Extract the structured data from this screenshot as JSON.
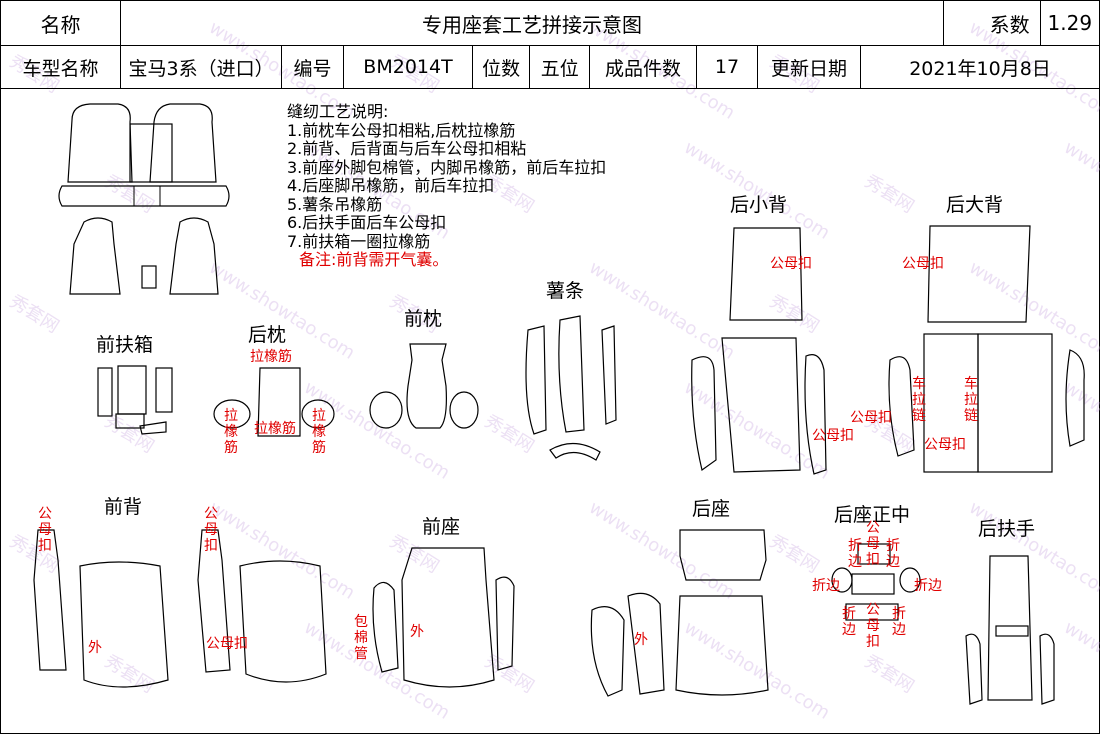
{
  "header": {
    "name_label": "名称",
    "title": "专用座套工艺拼接示意图",
    "coef_label": "系数",
    "coef_value": "1.29",
    "model_label": "车型名称",
    "model_value": "宝马3系（进口）",
    "code_label": "编号",
    "code_value": "BM2014T",
    "seats_label": "位数",
    "seats_value": "五位",
    "pieces_label": "成品件数",
    "pieces_value": "17",
    "date_label": "更新日期",
    "date_value": "2021年10月8日"
  },
  "notes": {
    "heading": "缝纫工艺说明:",
    "items": [
      "1.前枕车公母扣相粘,后枕拉橡筋",
      "2.前背、后背面与后车公母扣相粘",
      "3.前座外脚包棉管，内脚吊橡筋，前后车拉扣",
      "4.后座脚吊橡筋，前后车拉扣",
      "5.薯条吊橡筋",
      "6.后扶手面后车公母扣",
      "7.前扶箱一圈拉橡筋"
    ],
    "remark": "备注:前背需开气囊。"
  },
  "parts": {
    "front_armbox": "前扶箱",
    "rear_headrest": "后枕",
    "front_headrest": "前枕",
    "fries": "薯条",
    "rear_small_back": "后小背",
    "rear_big_back": "后大背",
    "front_back": "前背",
    "front_seat": "前座",
    "rear_seat": "后座",
    "rear_seat_center": "后座正中",
    "rear_armrest": "后扶手"
  },
  "annotations": {
    "elastic": "拉橡筋",
    "snap": "公母扣",
    "outer": "外",
    "cotton_tube": "包棉管",
    "zipper": "车拉链",
    "fold_edge": "折边"
  },
  "watermarks": [
    "秀套网",
    "www.showtao.com"
  ]
}
